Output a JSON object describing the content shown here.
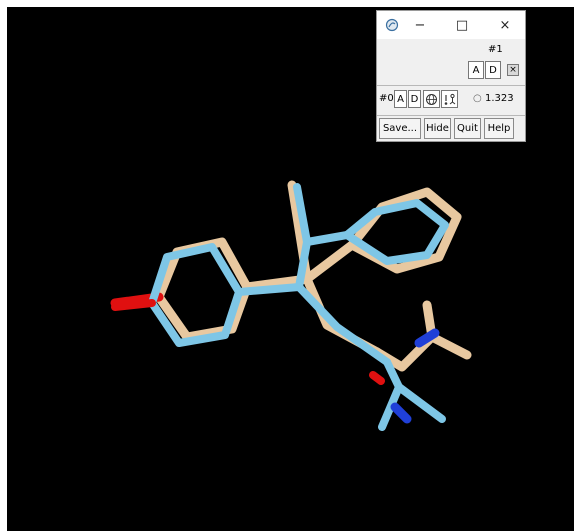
{
  "window": {
    "minimize_glyph": "−",
    "maximize_glyph": "□",
    "close_glyph": "×",
    "app_icon": "chimera-icon"
  },
  "model1": {
    "id_label": "#1",
    "active_label": "A",
    "display_label": "D",
    "close_glyph": "×"
  },
  "model0": {
    "id_label": "#0",
    "active_label": "A",
    "display_label": "D",
    "icons": [
      "orientation-globe-icon",
      "pair-atoms-icon"
    ]
  },
  "rmsd": {
    "radio_glyph": "○",
    "value": "1.323"
  },
  "buttons": {
    "save": "Save...",
    "hide": "Hide",
    "quit": "Quit",
    "help": "Help"
  },
  "colors": {
    "background": "#000000",
    "structure_tan": "#e8c8a0",
    "structure_blue": "#7ec6e6",
    "oxygen": "#e01010",
    "nitrogen": "#2040d8"
  }
}
